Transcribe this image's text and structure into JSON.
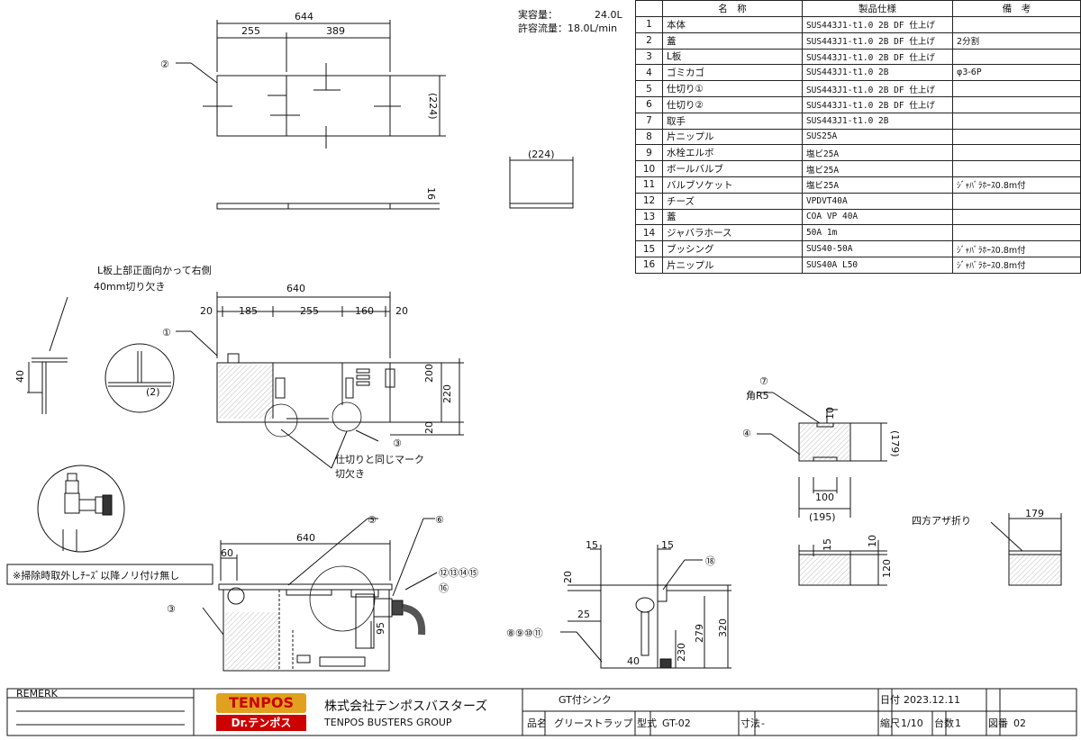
{
  "capacity": {
    "label1": "実容量：",
    "value1": "24.0L",
    "label2": "許容流量：18.0L/min"
  },
  "parts_table": {
    "headers": [
      "",
      "名　称",
      "製品仕様",
      "備　考"
    ],
    "rows": [
      {
        "no": "1",
        "name": "本体",
        "spec": "SUS443J1-t1.0 2B DF 仕上げ",
        "remark": ""
      },
      {
        "no": "2",
        "name": "蓋",
        "spec": "SUS443J1-t1.0 2B DF 仕上げ",
        "remark": "2分割"
      },
      {
        "no": "3",
        "name": "L板",
        "spec": "SUS443J1-t1.0 2B DF 仕上げ",
        "remark": ""
      },
      {
        "no": "4",
        "name": "ゴミカゴ",
        "spec": "SUS443J1-t1.0 2B",
        "remark": "φ3-6P"
      },
      {
        "no": "5",
        "name": "仕切り①",
        "spec": "SUS443J1-t1.0 2B DF 仕上げ",
        "remark": ""
      },
      {
        "no": "6",
        "name": "仕切り②",
        "spec": "SUS443J1-t1.0 2B DF 仕上げ",
        "remark": ""
      },
      {
        "no": "7",
        "name": "取手",
        "spec": "SUS443J1-t1.0 2B",
        "remark": ""
      },
      {
        "no": "8",
        "name": "片ニップル",
        "spec": "SUS25A",
        "remark": ""
      },
      {
        "no": "9",
        "name": "水栓エルボ",
        "spec": "塩ビ25A",
        "remark": ""
      },
      {
        "no": "10",
        "name": "ボールバルブ",
        "spec": "塩ビ25A",
        "remark": ""
      },
      {
        "no": "11",
        "name": "バルブソケット",
        "spec": "塩ビ25A",
        "remark": "ｼﾞｬﾊﾞﾗﾎｰｽ0.8m付"
      },
      {
        "no": "12",
        "name": "チーズ",
        "spec": "VPDVT40A",
        "remark": ""
      },
      {
        "no": "13",
        "name": "蓋",
        "spec": "COA VP 40A",
        "remark": ""
      },
      {
        "no": "14",
        "name": "ジャバラホース",
        "spec": "50A 1m",
        "remark": ""
      },
      {
        "no": "15",
        "name": "ブッシング",
        "spec": "SUS40-50A",
        "remark": "ｼﾞｬﾊﾞﾗﾎｰｽ0.8m付"
      },
      {
        "no": "16",
        "name": "片ニップル",
        "spec": "SUS40A L50",
        "remark": "ｼﾞｬﾊﾞﾗﾎｰｽ0.8m付"
      }
    ]
  },
  "top_view": {
    "dim_total": "644",
    "dim_left": "255",
    "dim_right": "389",
    "dim_depth": "(224)",
    "dim_thick": "16",
    "callout": "②"
  },
  "small_lid": {
    "dim": "(224)"
  },
  "front_view": {
    "dim_total": "640",
    "dims": [
      "20",
      "185",
      "255",
      "160",
      "20"
    ],
    "dim_h1": "200",
    "dim_h2": "220",
    "dim_h3": "20",
    "callout1": "①",
    "callout3": "③",
    "note1": "仕切りと同じマーク",
    "note2": "切欠き"
  },
  "detail": {
    "title1": "L板上部正面向かって右側",
    "title2": "40mm切り欠き",
    "dim40": "40",
    "mark2": "(2)"
  },
  "note_box": "※掃除時取外しﾁｰｽﾞ以降ノリ付け無し",
  "section_view": {
    "dim_total": "640",
    "dim_60": "60",
    "dim_95": "95",
    "callout3": "③",
    "callout5": "⑤",
    "callout6": "⑥",
    "callout12": "⑫⑬⑭⑮",
    "callout16": "⑯"
  },
  "side_view": {
    "dim15a": "15",
    "dim15b": "15",
    "dim20": "20",
    "dim25": "25",
    "dim230": "230",
    "dim279": "279",
    "dim320": "320",
    "dim40": "40",
    "callout8": "⑧⑨⑩⑪",
    "callout18": "⑱"
  },
  "basket": {
    "callout7": "⑦",
    "label_r5": "角R5",
    "callout4": "④",
    "dim10": "10",
    "dim179": "(179)",
    "dim100": "100",
    "dim195": "(195)",
    "dim15": "15",
    "dim10b": "10",
    "dim120": "120"
  },
  "fold": {
    "label": "四方アザ折り",
    "dim": "179"
  },
  "title_block": {
    "remark": "REMERK",
    "company_jp": "株式会社テンポスバスターズ",
    "company_en": "TENPOS BUSTERS GROUP",
    "logo_top": "TENPOS",
    "logo_bottom": "Dr.テンポス",
    "subtitle": "GT付シンク",
    "name_label": "品名",
    "name": "グリーストラップ",
    "model_label": "型式",
    "model": "GT-02",
    "size_label": "寸法",
    "size": "-",
    "date_label": "日付",
    "date": "2023.12.11",
    "scale_label": "縮尺",
    "scale": "1/10",
    "count_label": "台数",
    "count": "1",
    "drawing_no_label": "図番",
    "drawing_no": "02"
  }
}
